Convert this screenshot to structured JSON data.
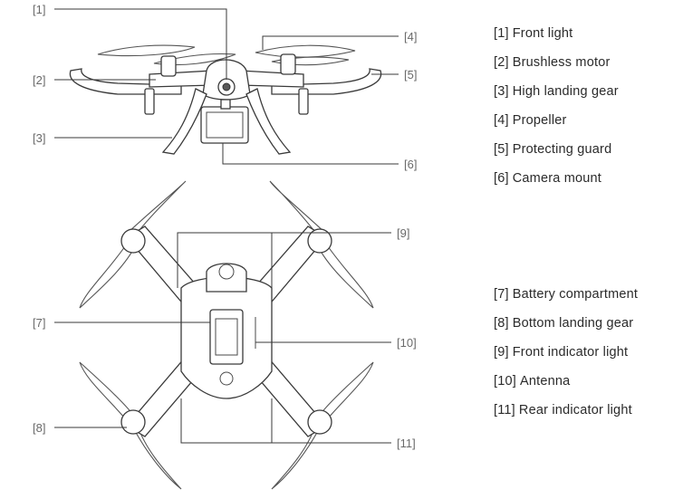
{
  "callouts": {
    "c1": "[1]",
    "c2": "[2]",
    "c3": "[3]",
    "c4": "[4]",
    "c5": "[5]",
    "c6": "[6]",
    "c7": "[7]",
    "c8": "[8]",
    "c9": "[9]",
    "c10": "[10]",
    "c11": "[11]"
  },
  "legend_top": [
    {
      "num": "[1]",
      "label": "Front light"
    },
    {
      "num": "[2]",
      "label": "Brushless motor"
    },
    {
      "num": "[3]",
      "label": "High landing gear"
    },
    {
      "num": "[4]",
      "label": "Propeller"
    },
    {
      "num": "[5]",
      "label": "Protecting guard"
    },
    {
      "num": "[6]",
      "label": "Camera mount"
    }
  ],
  "legend_bottom": [
    {
      "num": "[7]",
      "label": "Battery compartment"
    },
    {
      "num": "[8]",
      "label": "Bottom landing gear"
    },
    {
      "num": "[9]",
      "label": "Front indicator light"
    },
    {
      "num": "[10]",
      "label": "Antenna"
    },
    {
      "num": "[11]",
      "label": "Rear indicator light"
    }
  ]
}
